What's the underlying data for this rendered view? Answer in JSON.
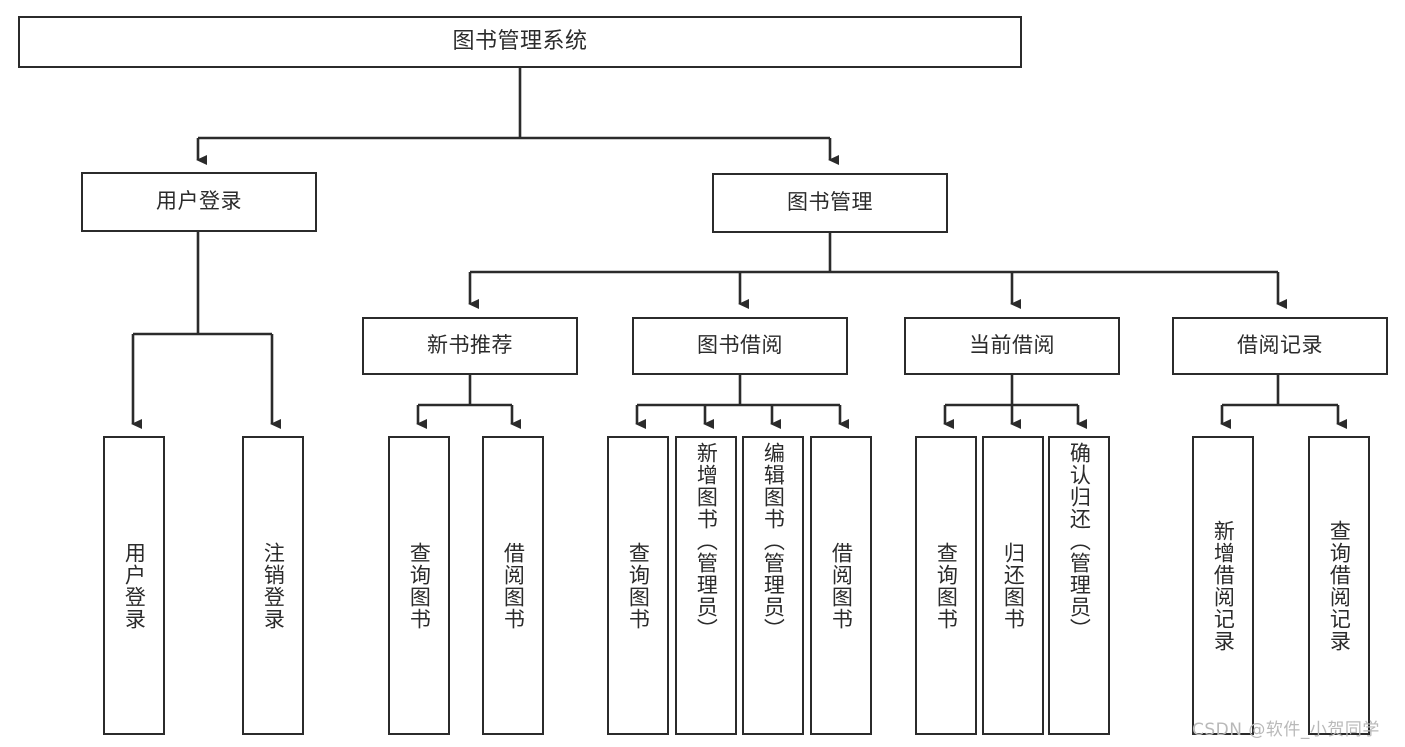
{
  "diagram": {
    "title": "图书管理系统",
    "type": "hierarchy-tree",
    "background_color": "#ffffff",
    "line_color": "#2b2b2b",
    "text_color": "#2b2b2b"
  },
  "nodes": {
    "root": {
      "label": "图书管理系统",
      "level": 1,
      "orientation": "horizontal"
    },
    "level2": [
      {
        "id": "user-login",
        "label": "用户登录",
        "orientation": "horizontal"
      },
      {
        "id": "book-manage",
        "label": "图书管理",
        "orientation": "horizontal"
      }
    ],
    "level3": [
      {
        "id": "new-book-recommend",
        "label": "新书推荐",
        "orientation": "horizontal",
        "parent": "book-manage"
      },
      {
        "id": "book-borrow",
        "label": "图书借阅",
        "orientation": "horizontal",
        "parent": "book-manage"
      },
      {
        "id": "current-borrow",
        "label": "当前借阅",
        "orientation": "horizontal",
        "parent": "book-manage"
      },
      {
        "id": "borrow-record",
        "label": "借阅记录",
        "orientation": "horizontal",
        "parent": "book-manage"
      }
    ],
    "leaves": [
      {
        "id": "leaf-user-login",
        "label": "用户登录",
        "parent": "user-login",
        "orientation": "vertical"
      },
      {
        "id": "leaf-user-logout",
        "label": "注销登录",
        "parent": "user-login",
        "orientation": "vertical"
      },
      {
        "id": "leaf-query-book-1",
        "label": "查询图书",
        "parent": "new-book-recommend",
        "orientation": "vertical"
      },
      {
        "id": "leaf-borrow-book-1",
        "label": "借阅图书",
        "parent": "new-book-recommend",
        "orientation": "vertical"
      },
      {
        "id": "leaf-query-book-2",
        "label": "查询图书",
        "parent": "book-borrow",
        "orientation": "vertical"
      },
      {
        "id": "leaf-add-book",
        "label": "新增图书（管理员）",
        "parent": "book-borrow",
        "orientation": "vertical"
      },
      {
        "id": "leaf-edit-book",
        "label": "编辑图书（管理员）",
        "parent": "book-borrow",
        "orientation": "vertical"
      },
      {
        "id": "leaf-borrow-book-2",
        "label": "借阅图书",
        "parent": "book-borrow",
        "orientation": "vertical"
      },
      {
        "id": "leaf-query-book-3",
        "label": "查询图书",
        "parent": "current-borrow",
        "orientation": "vertical"
      },
      {
        "id": "leaf-return-book",
        "label": "归还图书",
        "parent": "current-borrow",
        "orientation": "vertical"
      },
      {
        "id": "leaf-confirm-return",
        "label": "确认归还（管理员）",
        "parent": "current-borrow",
        "orientation": "vertical"
      },
      {
        "id": "leaf-add-record",
        "label": "新增借阅记录",
        "parent": "borrow-record",
        "orientation": "vertical"
      },
      {
        "id": "leaf-query-record",
        "label": "查询借阅记录",
        "parent": "borrow-record",
        "orientation": "vertical"
      }
    ]
  },
  "watermark": {
    "text": "CSDN @软件_小贺同学"
  }
}
